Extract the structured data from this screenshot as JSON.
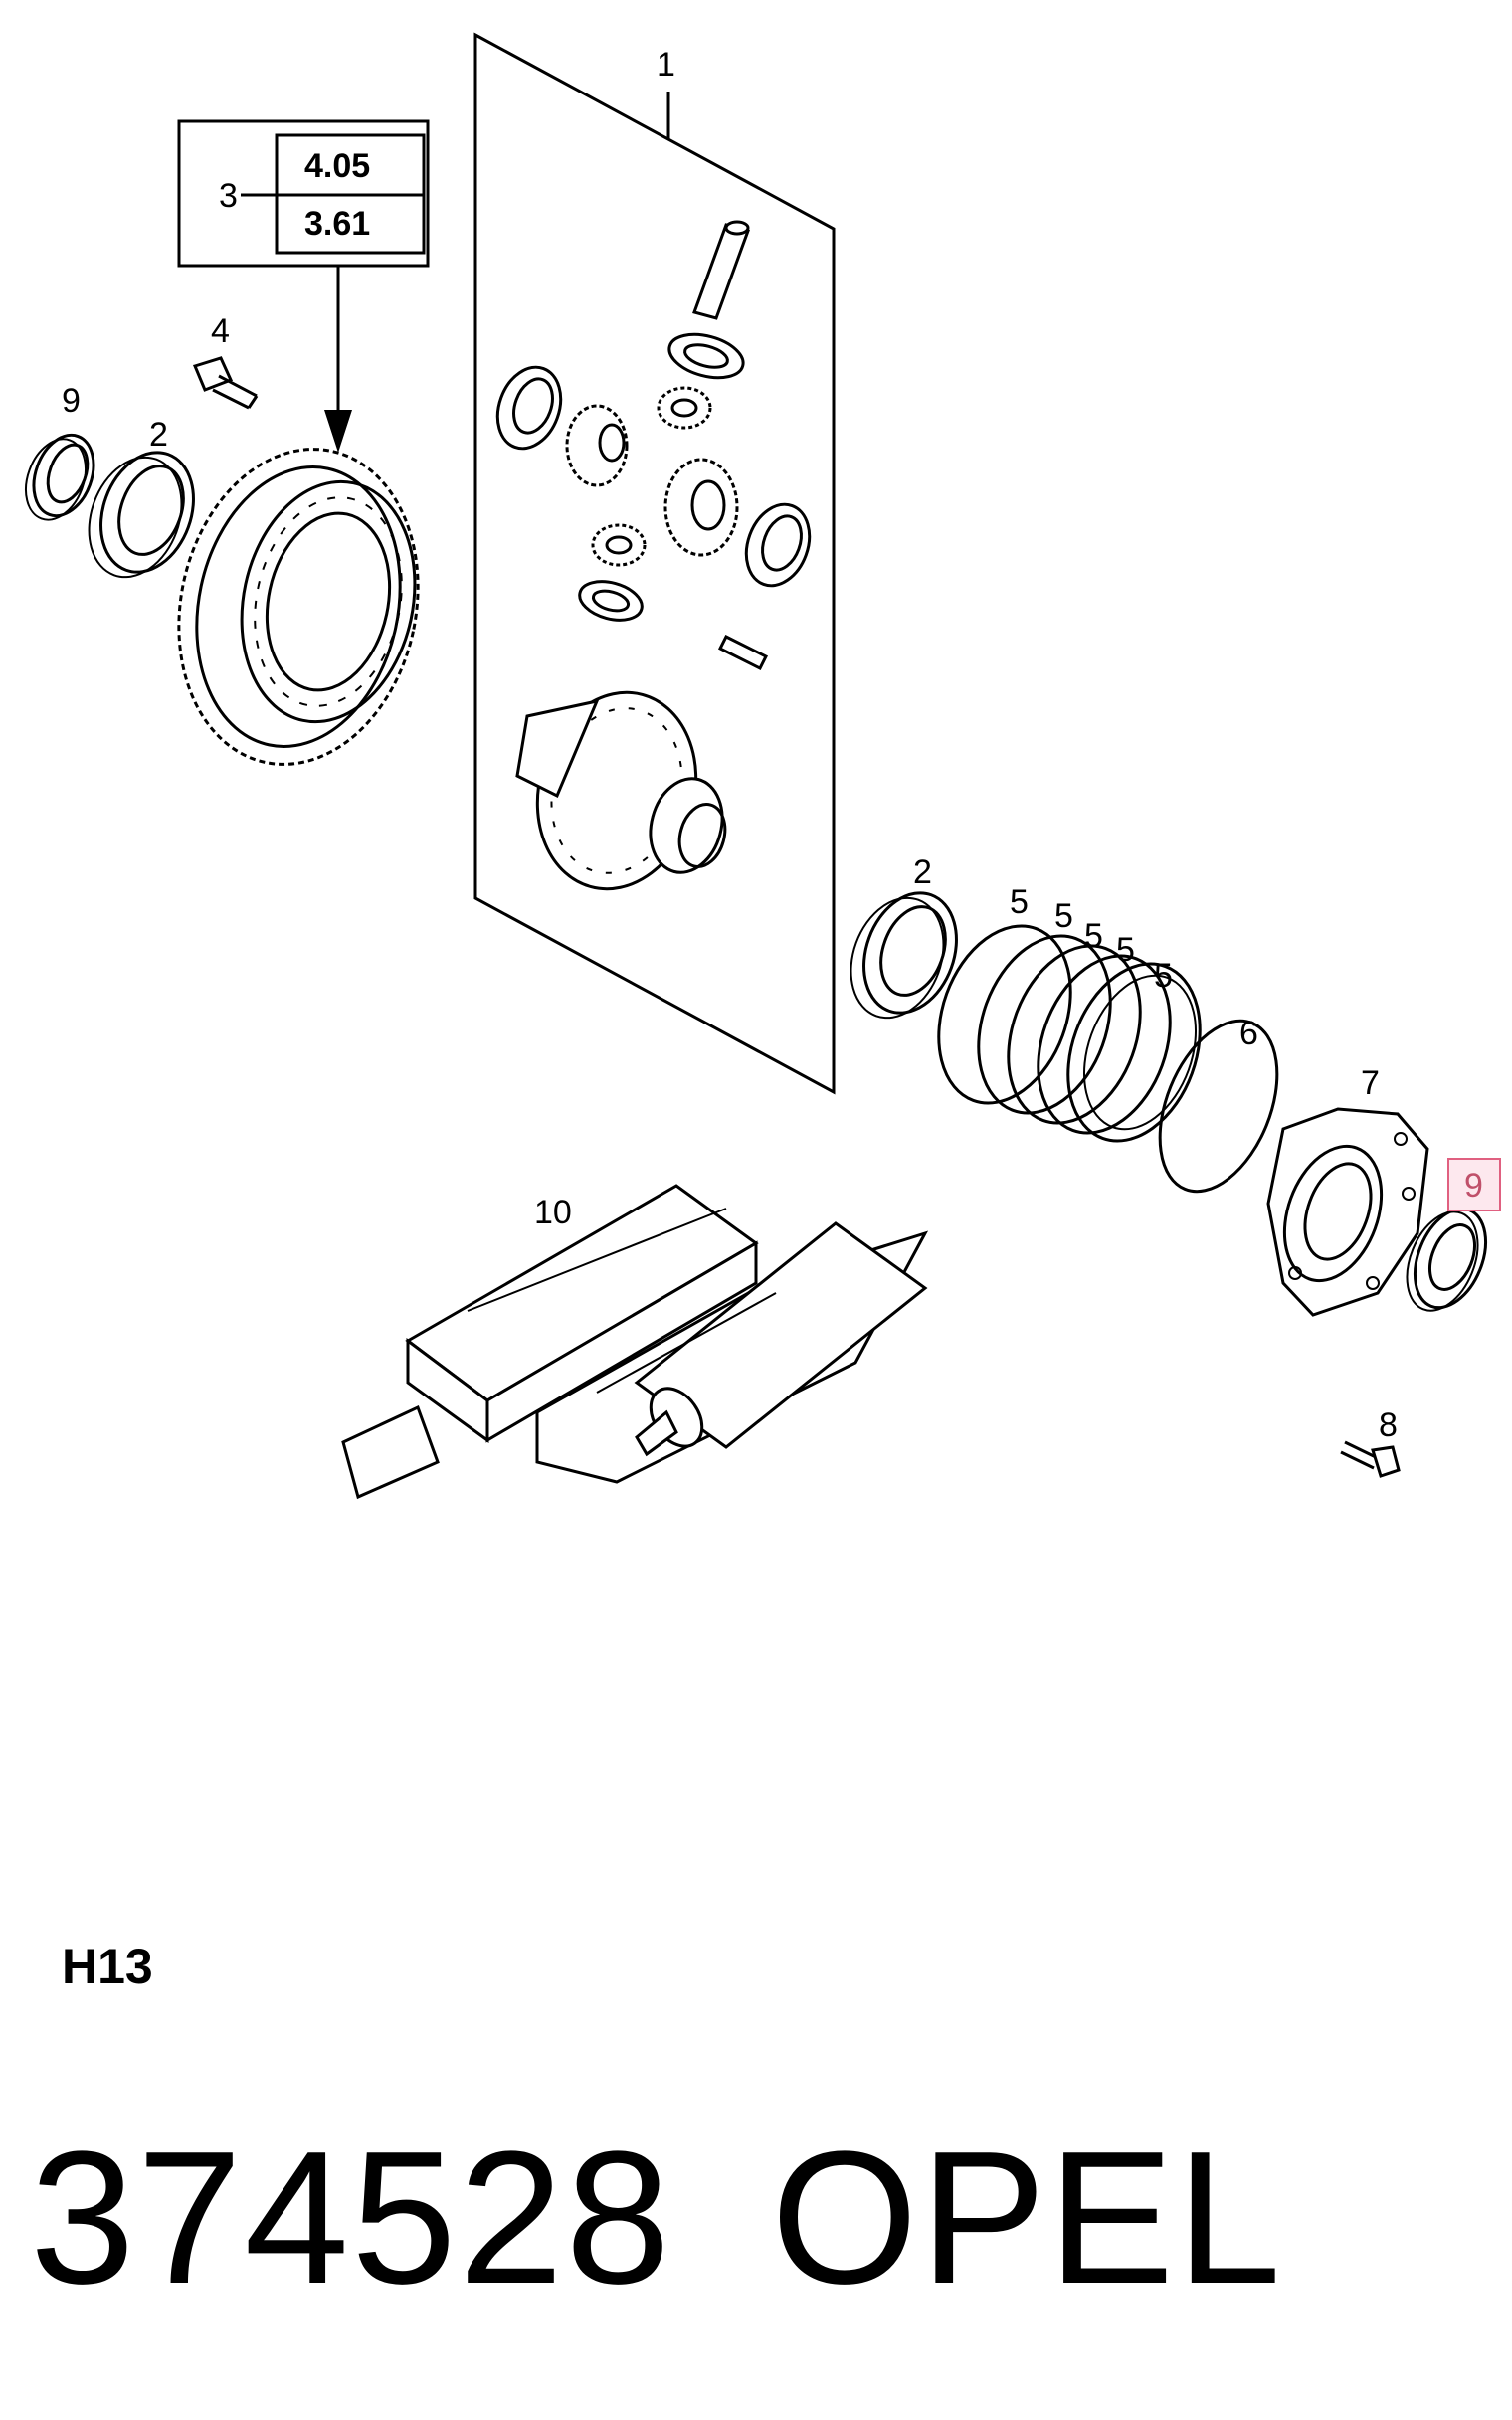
{
  "diagram": {
    "callouts": {
      "c1": "1",
      "c2a": "2",
      "c2b": "2",
      "c3": "3",
      "c4": "4",
      "c5a": "5",
      "c5b": "5",
      "c5c": "5",
      "c5d": "5",
      "c5e": "5",
      "c6": "6",
      "c7": "7",
      "c8": "8",
      "c9a": "9",
      "c9b": "9",
      "c10": "10"
    },
    "ratio_box": {
      "top": "4.05",
      "bottom": "3.61"
    },
    "highlight_color": "#e06080"
  },
  "footer": {
    "section_code": "H13",
    "part_number": "374528",
    "brand": "OPEL"
  }
}
